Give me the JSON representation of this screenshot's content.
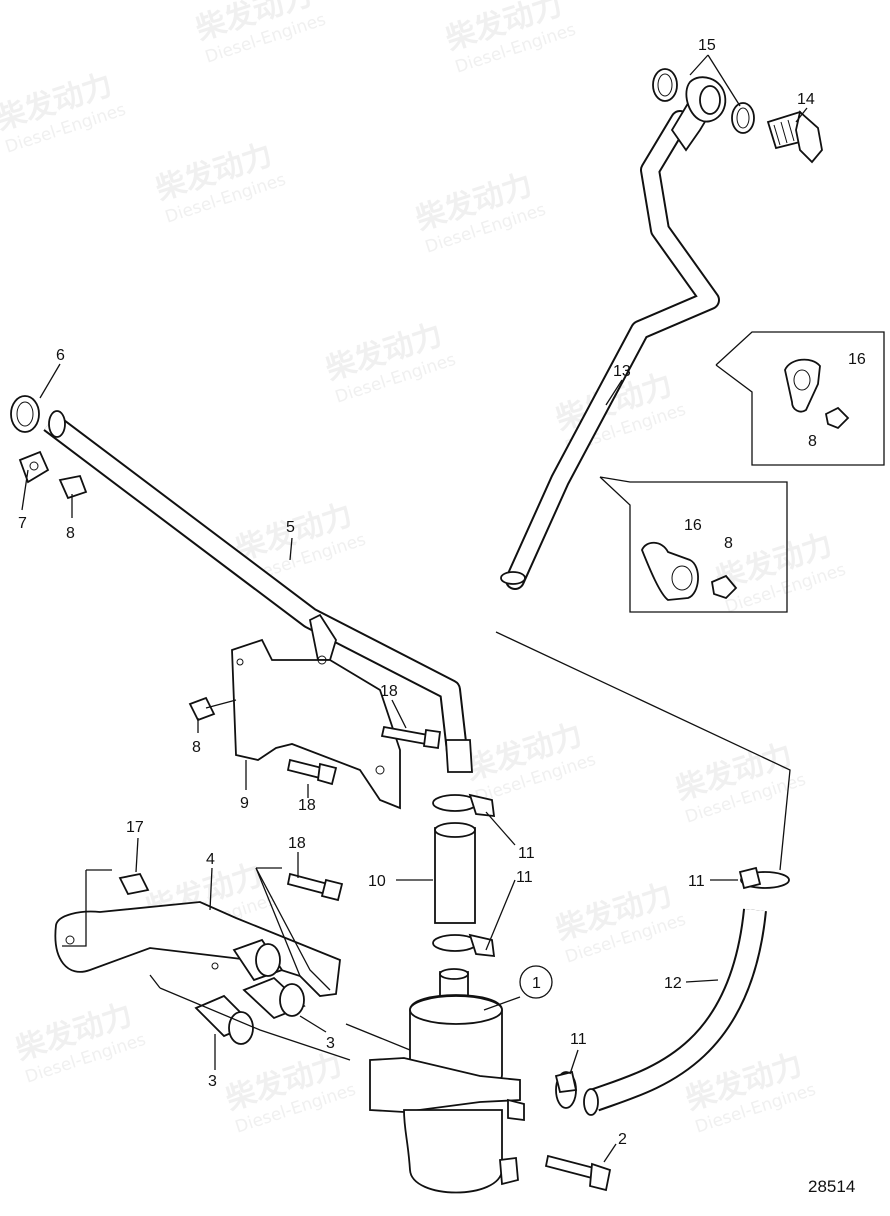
{
  "watermark": {
    "cn": "柴发动力",
    "en": "Diesel-Engines"
  },
  "diagram": {
    "reference_number": "28514",
    "callouts": [
      {
        "id": "c15",
        "text": "15"
      },
      {
        "id": "c14",
        "text": "14"
      },
      {
        "id": "c13",
        "text": "13"
      },
      {
        "id": "c16a",
        "text": "16"
      },
      {
        "id": "c8a",
        "text": "8"
      },
      {
        "id": "c16b",
        "text": "16"
      },
      {
        "id": "c8b",
        "text": "8"
      },
      {
        "id": "c6",
        "text": "6"
      },
      {
        "id": "c7",
        "text": "7"
      },
      {
        "id": "c8c",
        "text": "8"
      },
      {
        "id": "c5",
        "text": "5"
      },
      {
        "id": "c18a",
        "text": "18"
      },
      {
        "id": "c8d",
        "text": "8"
      },
      {
        "id": "c9",
        "text": "9"
      },
      {
        "id": "c18b",
        "text": "18"
      },
      {
        "id": "c17",
        "text": "17"
      },
      {
        "id": "c4",
        "text": "4"
      },
      {
        "id": "c18c",
        "text": "18"
      },
      {
        "id": "c10",
        "text": "10"
      },
      {
        "id": "c11a",
        "text": "11"
      },
      {
        "id": "c11b",
        "text": "11"
      },
      {
        "id": "c11c",
        "text": "11"
      },
      {
        "id": "c12",
        "text": "12"
      },
      {
        "id": "c1",
        "text": "1"
      },
      {
        "id": "c11d",
        "text": "11"
      },
      {
        "id": "c3a",
        "text": "3"
      },
      {
        "id": "c3b",
        "text": "3"
      },
      {
        "id": "c2",
        "text": "2"
      }
    ]
  }
}
